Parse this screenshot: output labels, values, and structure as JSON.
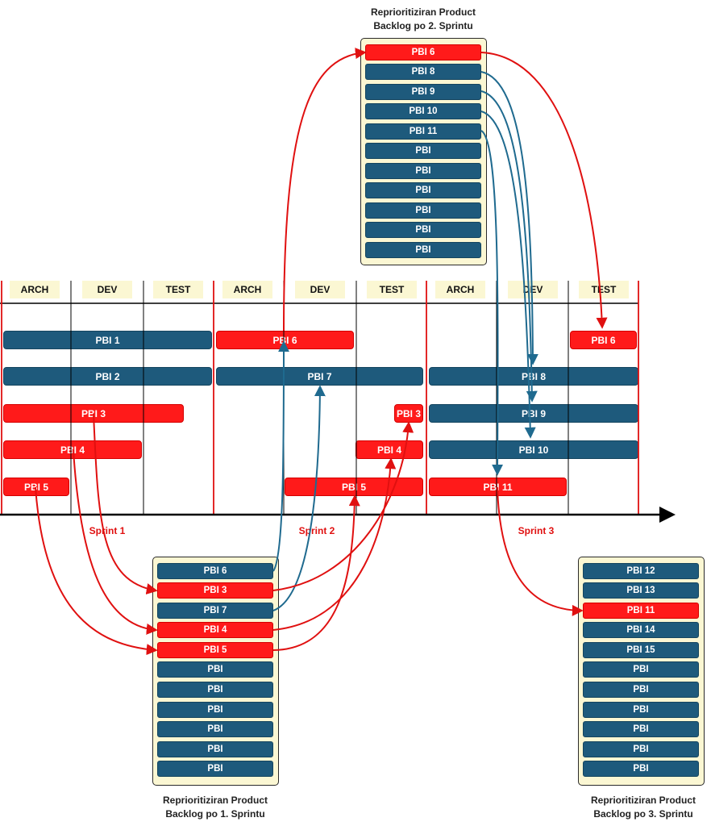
{
  "colors": {
    "blue": "#1e5a7c",
    "red": "#ff1a1a",
    "backlog_bg": "#fbf7d3"
  },
  "phases": [
    "ARCH",
    "DEV",
    "TEST",
    "ARCH",
    "DEV",
    "TEST",
    "ARCH",
    "DEV",
    "TEST"
  ],
  "sprints": [
    "Sprint 1",
    "Sprint 2",
    "Sprint 3"
  ],
  "timeline_bars": {
    "s1_pbi1": "PBI 1",
    "s1_pbi2": "PBI 2",
    "s1_pbi3": "PBI 3",
    "s1_pbi4": "PBI 4",
    "s1_pbi5": "PBI 5",
    "s2_pbi6": "PBI 6",
    "s2_pbi7": "PBI 7",
    "s2_pbi3": "PBI 3",
    "s2_pbi4": "PBI 4",
    "s2_pbi5": "PBI 5",
    "s3_pbi6": "PBI 6",
    "s3_pbi8": "PBI 8",
    "s3_pbi9": "PBI 9",
    "s3_pbi10": "PBI 10",
    "s3_pbi11": "PBI 11"
  },
  "backlog_sprint1": {
    "caption_line1": "Reprioritiziran Product",
    "caption_line2": "Backlog po 1. Sprintu",
    "items": [
      "PBI 6",
      "PBI 3",
      "PBI 7",
      "PBI 4",
      "PBI 5",
      "PBI",
      "PBI",
      "PBI",
      "PBI",
      "PBI",
      "PBI"
    ]
  },
  "backlog_sprint2": {
    "caption_line1": "Reprioritiziran Product",
    "caption_line2": "Backlog po 2. Sprintu",
    "items": [
      "PBI 6",
      "PBI 8",
      "PBI 9",
      "PBI 10",
      "PBI 11",
      "PBI",
      "PBI",
      "PBI",
      "PBI",
      "PBI",
      "PBI"
    ]
  },
  "backlog_sprint3": {
    "caption_line1": "Reprioritiziran Product",
    "caption_line2": "Backlog po 3. Sprintu",
    "items": [
      "PBI 12",
      "PBI 13",
      "PBI 11",
      "PBI 14",
      "PBI 15",
      "PBI",
      "PBI",
      "PBI",
      "PBI",
      "PBI",
      "PBI"
    ]
  }
}
